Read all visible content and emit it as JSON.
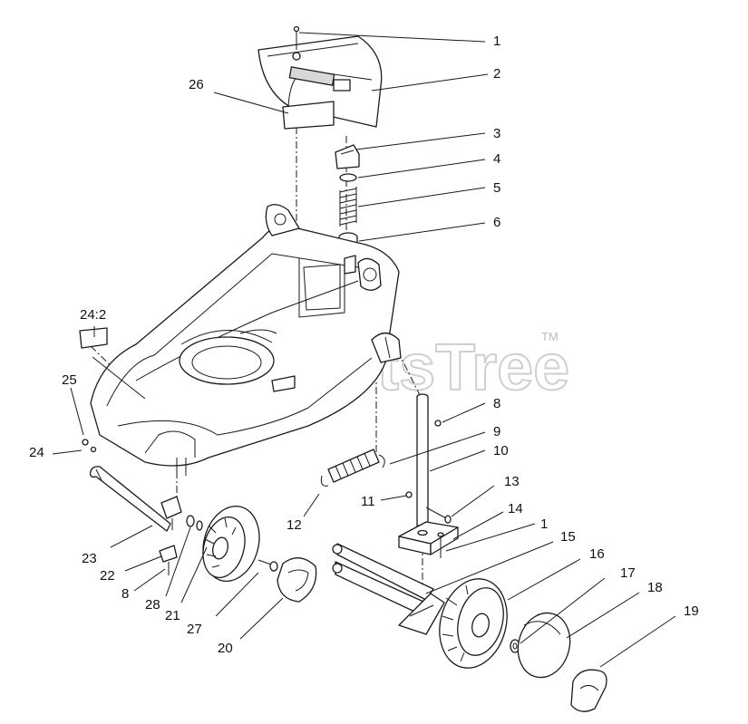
{
  "watermark": {
    "text": "PartsTree",
    "trademark": "TM"
  },
  "callouts": {
    "c1_top": "1",
    "c2": "2",
    "c3": "3",
    "c4": "4",
    "c5": "5",
    "c6": "6",
    "c26": "26",
    "c24_2": "24:2",
    "c25": "25",
    "c24": "24",
    "c8_right": "8",
    "c9": "9",
    "c10": "10",
    "c11": "11",
    "c12": "12",
    "c13": "13",
    "c14": "14",
    "c1_mid": "1",
    "c15": "15",
    "c16": "16",
    "c17": "17",
    "c18": "18",
    "c19": "19",
    "c20": "20",
    "c21": "21",
    "c22": "22",
    "c23": "23",
    "c8_left": "8",
    "c27": "27",
    "c28": "28"
  }
}
